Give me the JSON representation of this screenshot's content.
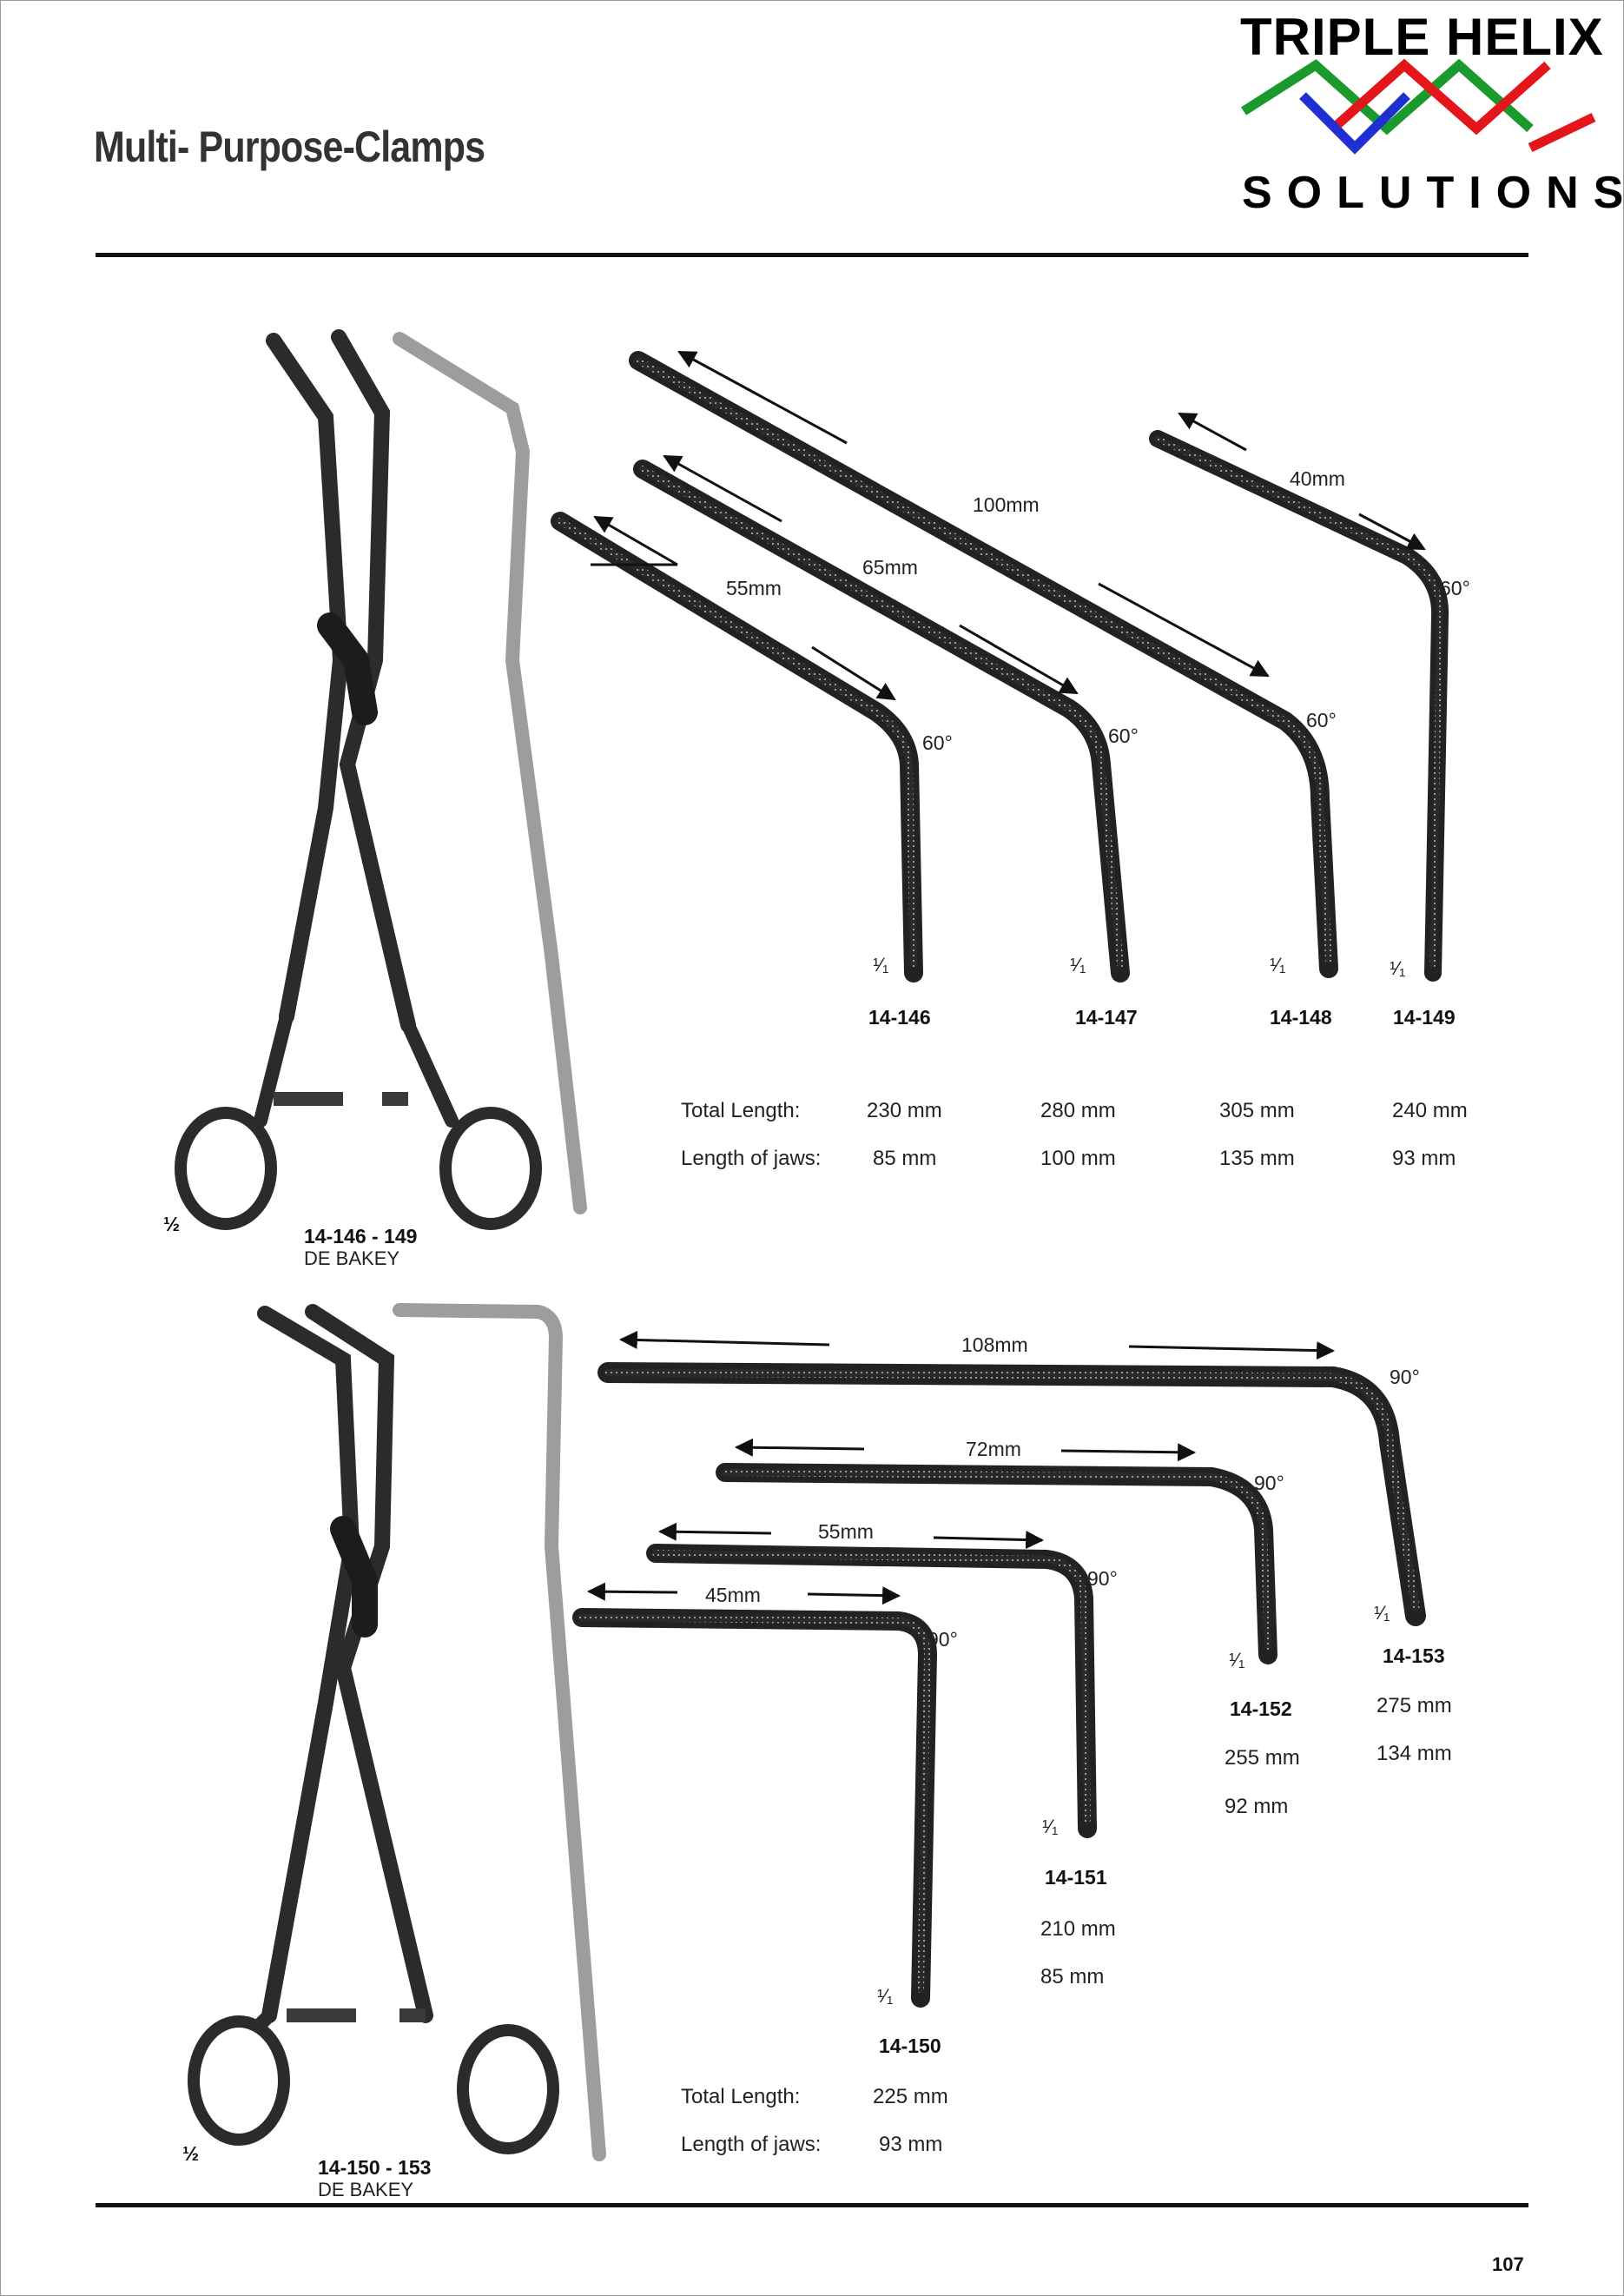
{
  "page": {
    "title": "Multi- Purpose-Clamps",
    "page_number": "107"
  },
  "logo": {
    "line1": "TRIPLE HELIX",
    "line2": "SOLUTIONS",
    "colors": {
      "green": "#1a9a2c",
      "red": "#e3161b",
      "blue": "#1f2fd0"
    }
  },
  "section1": {
    "scale": "½",
    "group_code": "14-146 - 149",
    "group_name": "DE BAKEY",
    "row_labels": {
      "total": "Total Length:",
      "jaws": "Length of jaws:"
    },
    "items": [
      {
        "code": "14-146",
        "length": "55mm",
        "angle": "60°",
        "scale": "¹⁄₁",
        "total": "230 mm",
        "jaws": "85 mm"
      },
      {
        "code": "14-147",
        "length": "65mm",
        "angle": "60°",
        "scale": "¹⁄₁",
        "total": "280 mm",
        "jaws": "100 mm"
      },
      {
        "code": "14-148",
        "length": "100mm",
        "angle": "60°",
        "scale": "¹⁄₁",
        "total": "305 mm",
        "jaws": "135 mm"
      },
      {
        "code": "14-149",
        "length": "40mm",
        "angle": "60°",
        "scale": "¹⁄₁",
        "total": "240 mm",
        "jaws": "93 mm"
      }
    ]
  },
  "section2": {
    "scale": "½",
    "group_code": "14-150 - 153",
    "group_name": "DE BAKEY",
    "row_labels": {
      "total": "Total Length:",
      "jaws": "Length of jaws:"
    },
    "items": [
      {
        "code": "14-150",
        "length": "45mm",
        "angle": "90°",
        "scale": "¹⁄₁",
        "total": "225 mm",
        "jaws": "93 mm"
      },
      {
        "code": "14-151",
        "length": "55mm",
        "angle": "90°",
        "scale": "¹⁄₁",
        "total": "210 mm",
        "jaws": "85 mm"
      },
      {
        "code": "14-152",
        "length": "72mm",
        "angle": "90°",
        "scale": "¹⁄₁",
        "total": "255 mm",
        "jaws": "92 mm"
      },
      {
        "code": "14-153",
        "length": "108mm",
        "angle": "90°",
        "scale": "¹⁄₁",
        "total": "275 mm",
        "jaws": "134 mm"
      }
    ]
  }
}
